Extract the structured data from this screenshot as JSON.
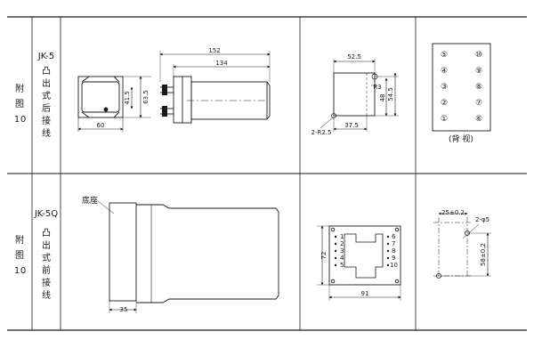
{
  "rows": [
    {
      "annex": [
        "附",
        "图",
        "1",
        "0"
      ],
      "model": "JK-5",
      "wiring": [
        "凸",
        "出",
        "式",
        "后",
        "接",
        "线"
      ],
      "outline_dims": {
        "width_60": "60",
        "h_41_5": "41.5",
        "h_63_5": "63.5",
        "len_152": "152",
        "len_134": "134"
      },
      "cutout_dims": {
        "w_52_5": "52.5",
        "r3": "R3",
        "h_48": "48",
        "h_54_5": "54.5",
        "holes": "2-R2.5",
        "w_37_5": "37.5"
      },
      "terminals": {
        "left": [
          "⑤",
          "④",
          "③",
          "②",
          "①"
        ],
        "right": [
          "⑩",
          "⑨",
          "⑧",
          "⑦",
          "⑥"
        ],
        "caption": "(背 视)"
      }
    },
    {
      "annex": [
        "附",
        "图",
        "1",
        "0"
      ],
      "model": "JK-5Q",
      "wiring": [
        "凸",
        "出",
        "式",
        "前",
        "接",
        "线"
      ],
      "base_label": "底座",
      "base_dim": "35",
      "panel_dims": {
        "h_72": "72",
        "w_91": "91"
      },
      "panel_terminals": {
        "left": [
          "1",
          "2",
          "3",
          "4",
          "5"
        ],
        "right": [
          "6",
          "7",
          "8",
          "9",
          "10"
        ]
      },
      "hole_dims": {
        "w": "25±0.2",
        "holes": "2-φ5",
        "h": "58±0.2"
      }
    }
  ]
}
